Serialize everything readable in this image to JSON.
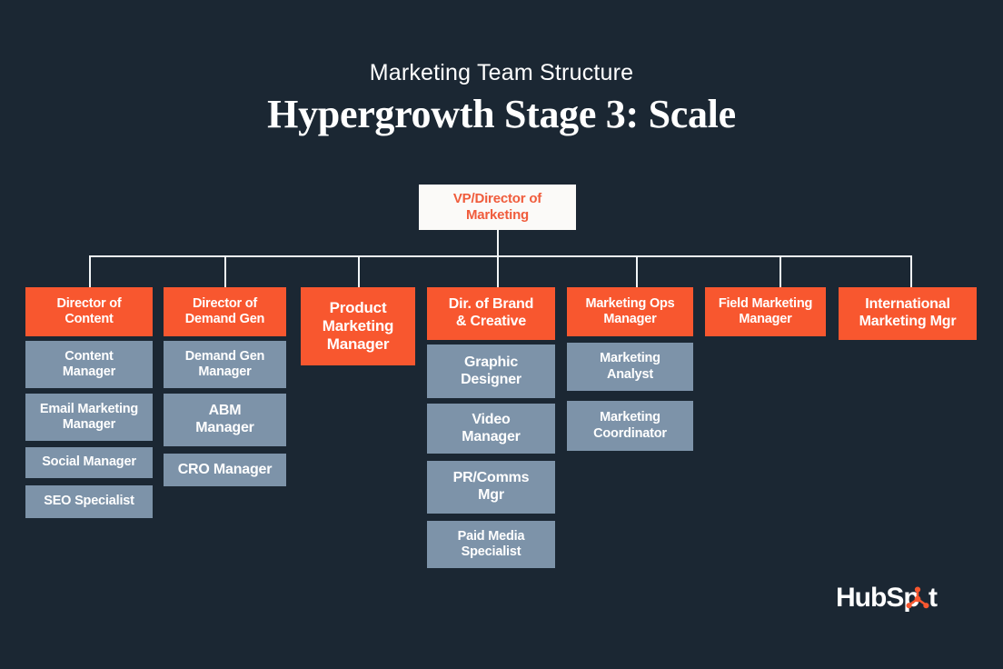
{
  "header": {
    "subtitle": "Marketing Team Structure",
    "title": "Hypergrowth Stage 3: Scale"
  },
  "colors": {
    "background": "#1b2733",
    "accent_orange": "#f8572f",
    "member_slate": "#7d93a9",
    "root_fill": "#fbfaf8",
    "root_text": "#f05c3c",
    "connector": "#f2f5f7",
    "text_light": "#ffffff"
  },
  "chart_data": {
    "type": "table",
    "title": "Hypergrowth Stage 3: Scale",
    "subtitle": "Marketing Team Structure",
    "root": {
      "label": "VP/Director of\nMarketing"
    },
    "columns": [
      {
        "lead": "Director of\nContent",
        "members": [
          "Content\nManager",
          "Email Marketing\nManager",
          "Social Manager",
          "SEO Specialist"
        ]
      },
      {
        "lead": "Director of\nDemand Gen",
        "members": [
          "Demand Gen\nManager",
          "ABM\nManager",
          "CRO Manager"
        ]
      },
      {
        "lead": "Product\nMarketing\nManager",
        "members": []
      },
      {
        "lead": "Dir. of Brand\n& Creative",
        "members": [
          "Graphic\nDesigner",
          "Video\nManager",
          "PR/Comms\nMgr",
          "Paid Media\nSpecialist"
        ]
      },
      {
        "lead": "Marketing Ops\nManager",
        "members": [
          "Marketing\nAnalyst",
          "Marketing\nCoordinator"
        ]
      },
      {
        "lead": "Field Marketing\nManager",
        "members": []
      },
      {
        "lead": "International\nMarketing Mgr",
        "members": []
      }
    ]
  },
  "branding": {
    "logo_text_before": "HubSp",
    "logo_text_after": "t",
    "logo_name": "HubSpot"
  }
}
